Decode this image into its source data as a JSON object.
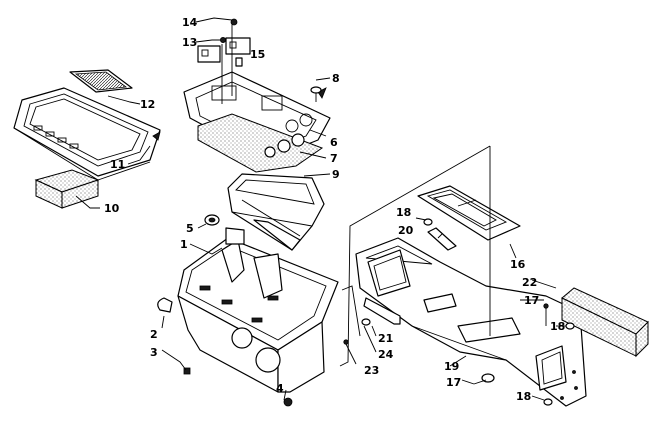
{
  "diagram": {
    "callouts": [
      "1",
      "2",
      "3",
      "4",
      "5",
      "6",
      "7",
      "8",
      "9",
      "10",
      "11",
      "12",
      "13",
      "14",
      "15",
      "16",
      "17",
      "17",
      "18",
      "18",
      "18",
      "19",
      "20",
      "21",
      "22",
      "23",
      "24"
    ]
  }
}
